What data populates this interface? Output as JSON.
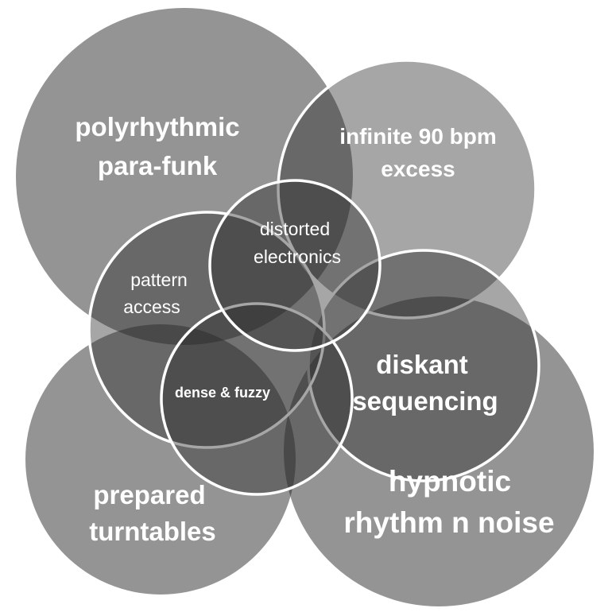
{
  "diagram": {
    "labels": {
      "polyrhythmic_1": "polyrhythmic",
      "polyrhythmic_2": "para-funk",
      "infinite_1": "infinite 90 bpm",
      "infinite_2": "excess",
      "distorted_1": "distorted",
      "distorted_2": "electronics",
      "pattern_1": "pattern",
      "pattern_2": "access",
      "dense": "dense & fuzzy",
      "diskant_1": "diskant",
      "diskant_2": "sequencing",
      "prepared_1": "prepared",
      "prepared_2": "turntables",
      "hypnotic_1": "hypnotic",
      "hypnotic_2": "rhythm n noise"
    }
  }
}
